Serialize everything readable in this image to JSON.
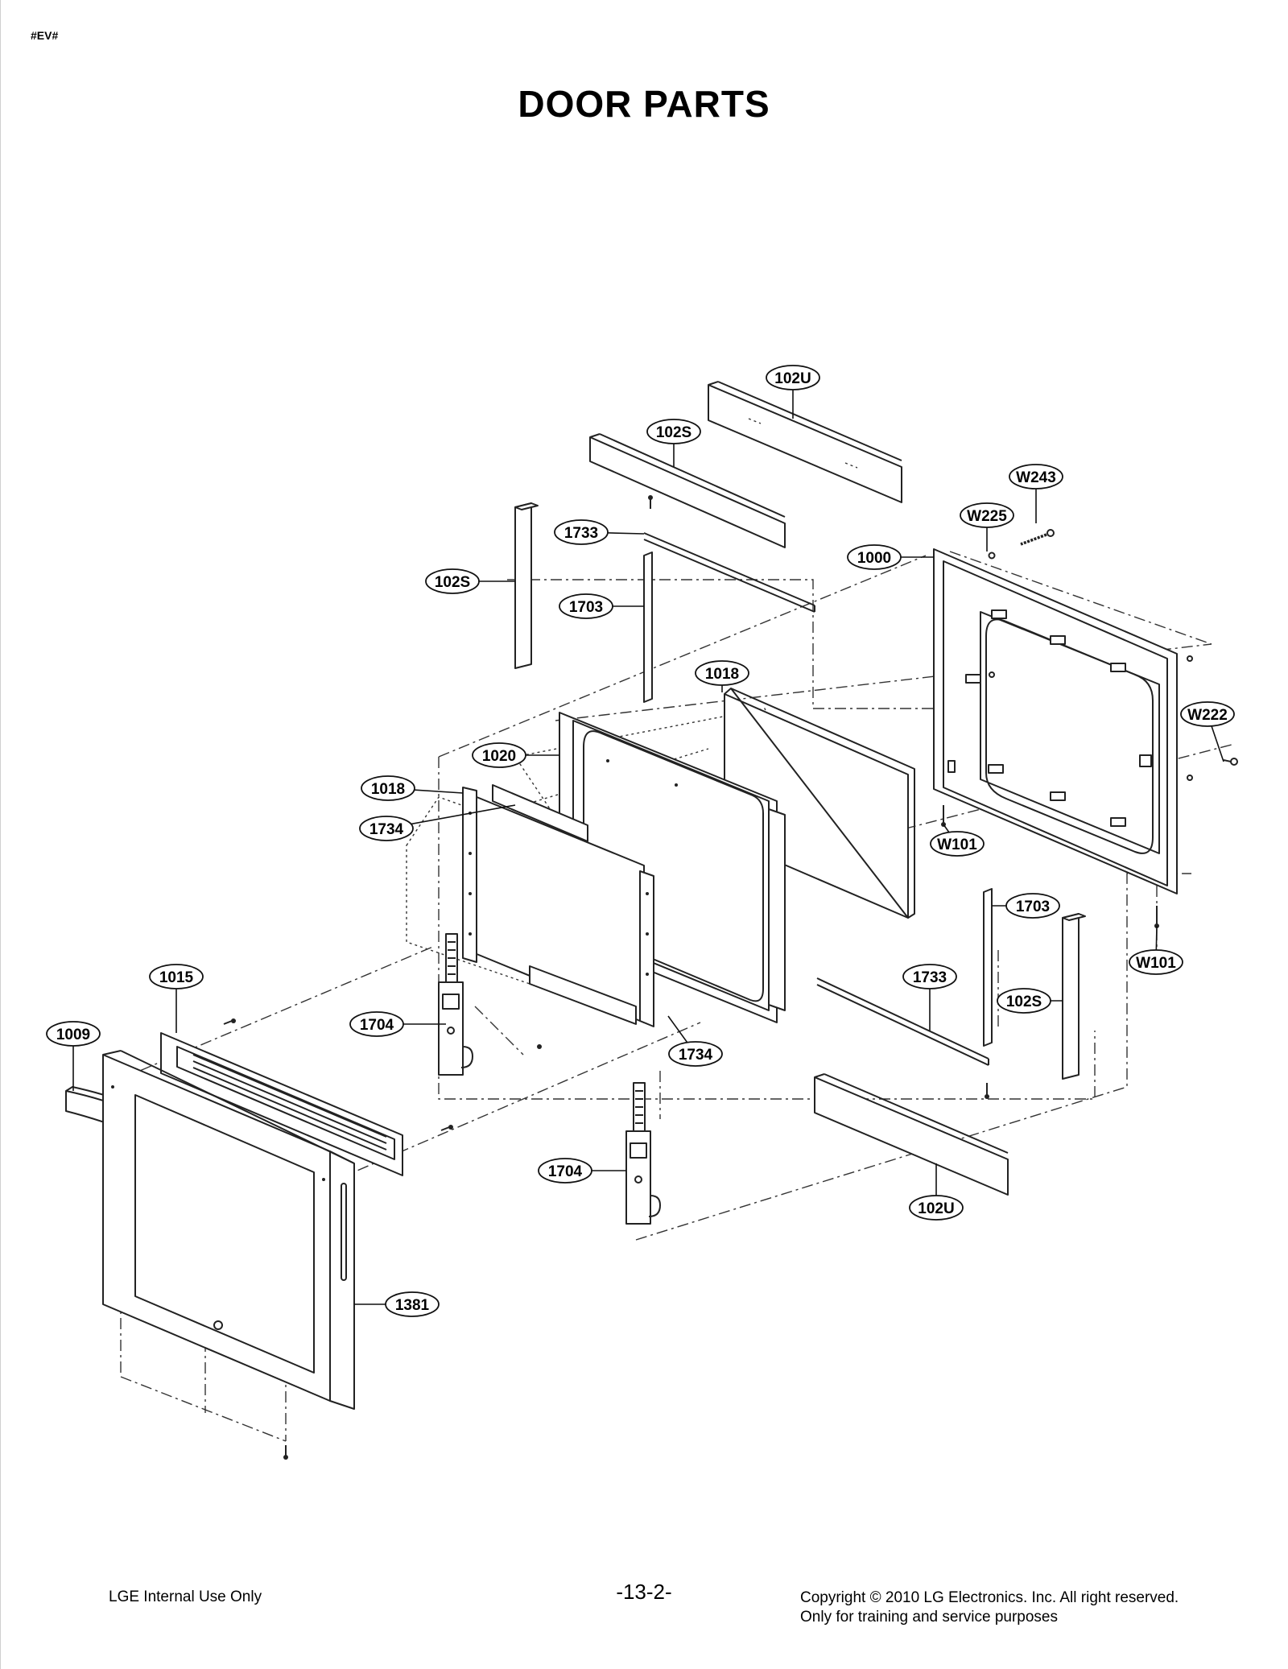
{
  "header": {
    "tag": "#EV#",
    "title": "DOOR PARTS"
  },
  "callouts": [
    {
      "label": "102U"
    },
    {
      "label": "102S"
    },
    {
      "label": "W243"
    },
    {
      "label": "W225"
    },
    {
      "label": "1733"
    },
    {
      "label": "1000"
    },
    {
      "label": "102S"
    },
    {
      "label": "1703"
    },
    {
      "label": "1018"
    },
    {
      "label": "W222"
    },
    {
      "label": "1020"
    },
    {
      "label": "1018"
    },
    {
      "label": "1734"
    },
    {
      "label": "W101"
    },
    {
      "label": "1703"
    },
    {
      "label": "W101"
    },
    {
      "label": "1015"
    },
    {
      "label": "1733"
    },
    {
      "label": "102S"
    },
    {
      "label": "1009"
    },
    {
      "label": "1704"
    },
    {
      "label": "1734"
    },
    {
      "label": "1704"
    },
    {
      "label": "102U"
    },
    {
      "label": "1381"
    }
  ],
  "footer": {
    "left": "LGE Internal Use Only",
    "page": "-13-2-",
    "copyright": "Copyright © 2010 LG Electronics. Inc. All right reserved.",
    "note": "Only for training and service purposes"
  }
}
